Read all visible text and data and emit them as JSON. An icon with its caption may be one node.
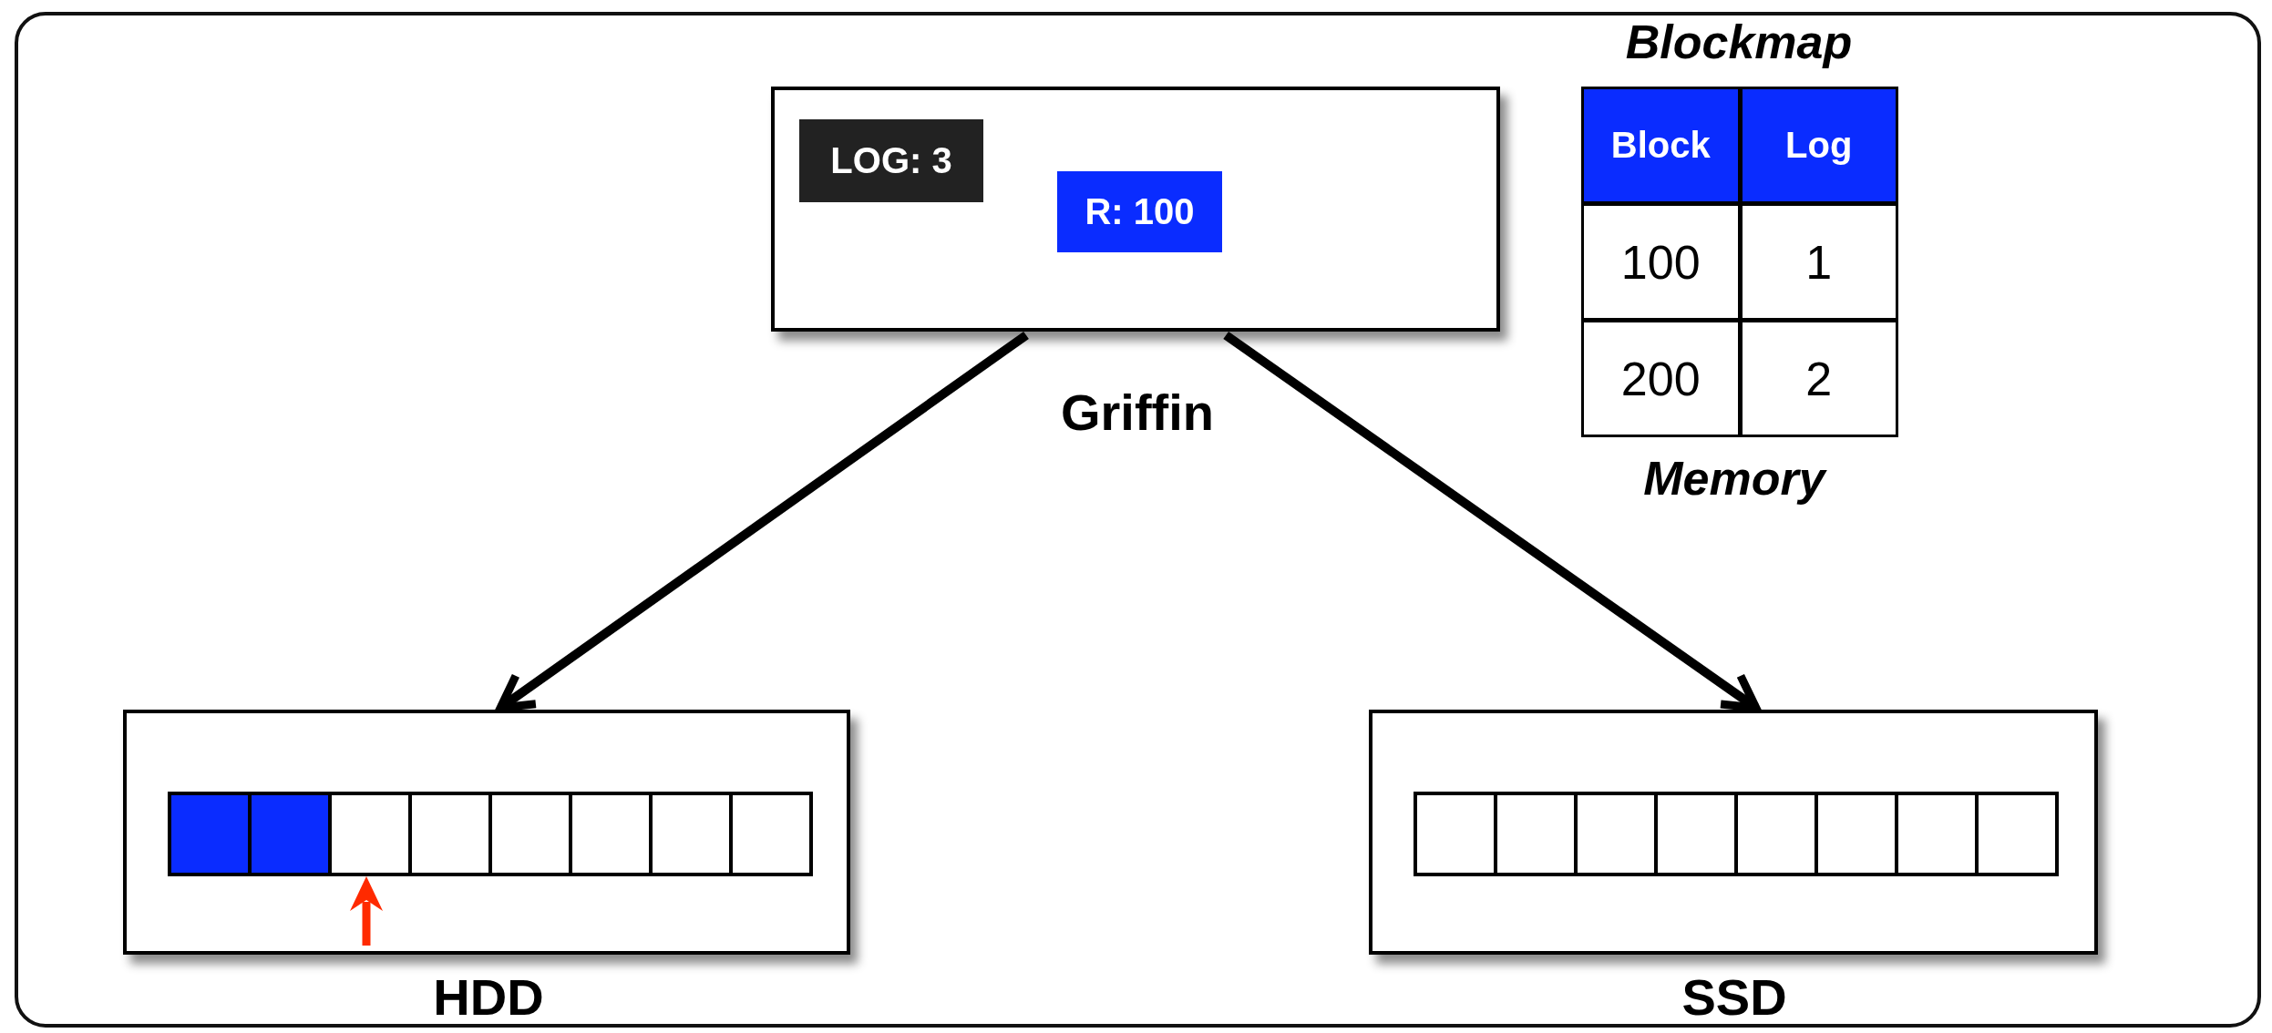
{
  "diagram": {
    "nodes": [
      {
        "text": [],
        "shape": "box",
        "beside": [
          "Griffin"
        ]
      },
      {
        "text": [
          "LOG: 3"
        ],
        "in": 0
      },
      {
        "text": [
          "R: 100"
        ],
        "in": 0
      },
      {
        "text": [
          "HDD"
        ]
      },
      {
        "text": [
          "SSD"
        ]
      }
    ],
    "edges": [
      {
        "from": 0,
        "to": 3,
        "arrow": "to"
      },
      {
        "from": 0,
        "to": 4,
        "arrow": "to"
      }
    ],
    "labels": [
      "Blockmap",
      "Block",
      "Log",
      "100",
      "1",
      "200",
      "2",
      "Memory"
    ]
  }
}
